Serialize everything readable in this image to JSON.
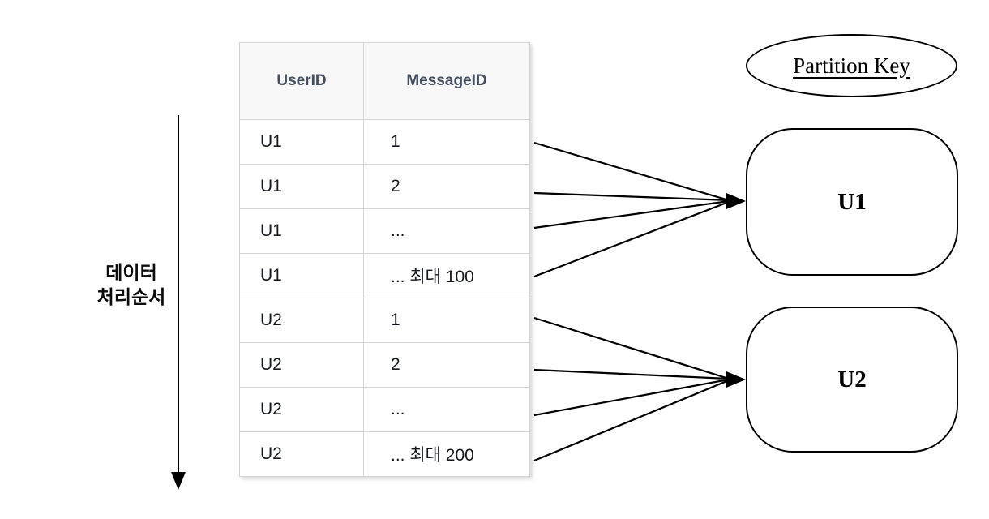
{
  "left_label": {
    "lines": [
      "데이터",
      "처리순서"
    ]
  },
  "table": {
    "headers": [
      "UserID",
      "MessageID"
    ],
    "rows": [
      [
        "U1",
        "1"
      ],
      [
        "U1",
        "2"
      ],
      [
        "U1",
        "..."
      ],
      [
        "U1",
        "... 최대 100"
      ],
      [
        "U2",
        "1"
      ],
      [
        "U2",
        "2"
      ],
      [
        "U2",
        "..."
      ],
      [
        "U2",
        "... 최대 200"
      ]
    ]
  },
  "right": {
    "partition_key_label": "Partition Key",
    "partitions": [
      {
        "label": "U1"
      },
      {
        "label": "U2"
      }
    ]
  },
  "icons": {
    "down_arrow": "processing-order-down-arrow",
    "fan_in_u1": "fan-in-arrow-u1",
    "fan_in_u2": "fan-in-arrow-u2"
  },
  "colors": {
    "line": "#000000",
    "table_border": "#d4d4d6",
    "table_header_bg": "#f8f8f9",
    "table_header_text": "#454e5e",
    "table_cell_text": "#16191f"
  }
}
